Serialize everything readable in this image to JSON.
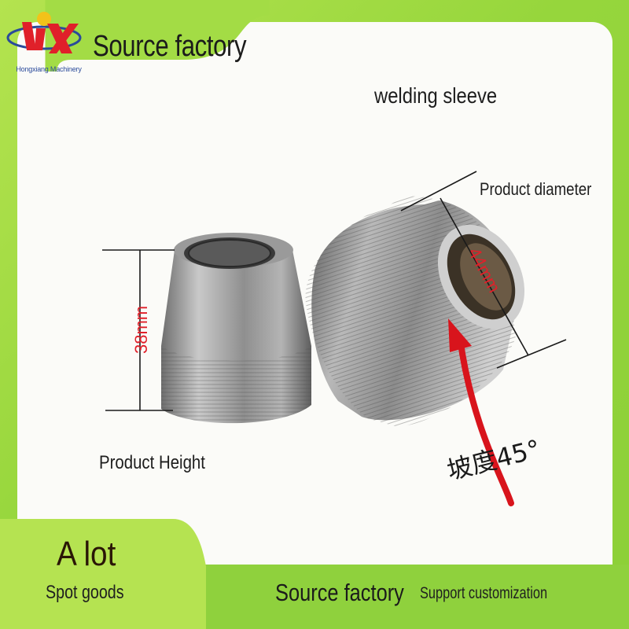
{
  "brand": {
    "logo_text": "HX",
    "name": "Hongxiang Machinery"
  },
  "header": {
    "title": "Source factory"
  },
  "product": {
    "title": "welding sleeve",
    "diameter_label": "Product diameter",
    "diameter_value": "44mm",
    "height_label": "Product Height",
    "height_value": "38mm",
    "bevel_note": "坡度45°"
  },
  "footer": {
    "big_label": "A lot",
    "small_label": "Spot goods",
    "source": "Source factory",
    "support": "Support customization"
  },
  "colors": {
    "lime": "#9ad83d",
    "arrow_red": "#d8141c",
    "text_dark": "#1b1b1b",
    "logo_red": "#e0202a",
    "logo_blue": "#2a4a9a"
  }
}
